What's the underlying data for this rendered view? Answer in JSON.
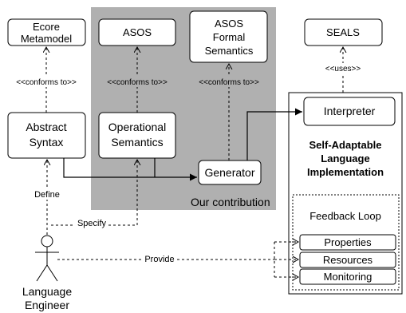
{
  "boxes": {
    "ecore": [
      "Ecore",
      "Metamodel"
    ],
    "asos": "ASOS",
    "asos_formal": [
      "ASOS",
      "Formal",
      "Semantics"
    ],
    "seals": "SEALS",
    "abstract_syntax": [
      "Abstract",
      "Syntax"
    ],
    "operational_semantics": [
      "Operational",
      "Semantics"
    ],
    "interpreter": "Interpreter",
    "generator": "Generator",
    "properties": "Properties",
    "resources": "Resources",
    "monitoring": "Monitoring"
  },
  "regions": {
    "our_contribution": "Our contribution",
    "sali_title": [
      "Self-Adaptable",
      "Language",
      "Implementation"
    ],
    "feedback_loop": "Feedback Loop"
  },
  "edge_labels": {
    "conforms_to_1": "<<conforms to>>",
    "conforms_to_2": "<<conforms to>>",
    "conforms_to_3": "<<conforms to>>",
    "uses": "<<uses>>",
    "define": "Define",
    "specify": "Specify",
    "provide": "Provide"
  },
  "actor": [
    "Language",
    "Engineer"
  ]
}
